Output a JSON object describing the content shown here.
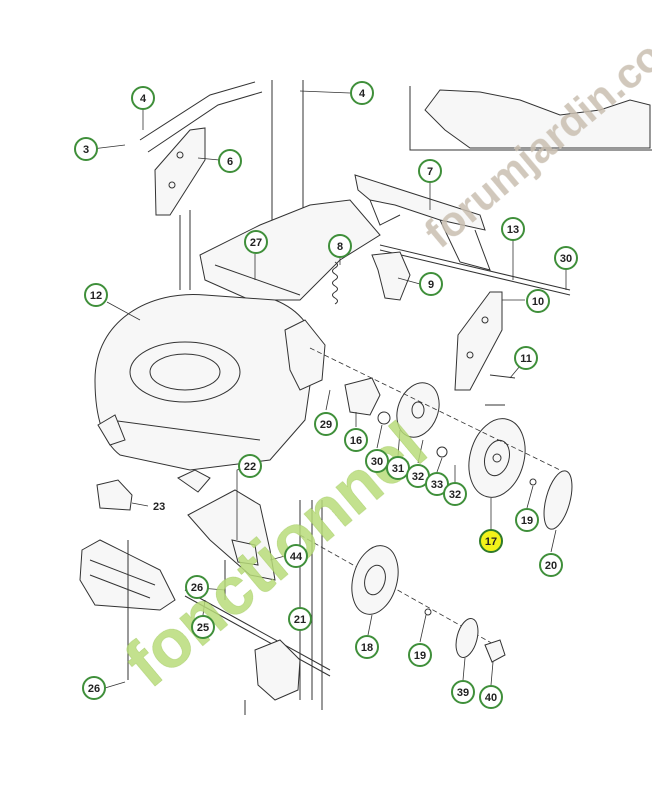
{
  "callouts": [
    {
      "id": "c4a",
      "label": "4"
    },
    {
      "id": "c4b",
      "label": "4"
    },
    {
      "id": "c3",
      "label": "3"
    },
    {
      "id": "c6",
      "label": "6"
    },
    {
      "id": "c7",
      "label": "7"
    },
    {
      "id": "c13",
      "label": "13"
    },
    {
      "id": "c30",
      "label": "30"
    },
    {
      "id": "c27",
      "label": "27"
    },
    {
      "id": "c8",
      "label": "8"
    },
    {
      "id": "c9",
      "label": "9"
    },
    {
      "id": "c12",
      "label": "12"
    },
    {
      "id": "c10",
      "label": "10"
    },
    {
      "id": "c11",
      "label": "11"
    },
    {
      "id": "c29",
      "label": "29"
    },
    {
      "id": "c16",
      "label": "16"
    },
    {
      "id": "c30b",
      "label": "30"
    },
    {
      "id": "c31",
      "label": "31"
    },
    {
      "id": "c32a",
      "label": "32"
    },
    {
      "id": "c33",
      "label": "33"
    },
    {
      "id": "c32b",
      "label": "32"
    },
    {
      "id": "c22",
      "label": "22"
    },
    {
      "id": "c23",
      "label": "23"
    },
    {
      "id": "c19a",
      "label": "19"
    },
    {
      "id": "c17",
      "label": "17",
      "highlight": true
    },
    {
      "id": "c20",
      "label": "20"
    },
    {
      "id": "c44",
      "label": "44"
    },
    {
      "id": "c26a",
      "label": "26"
    },
    {
      "id": "c25",
      "label": "25"
    },
    {
      "id": "c21",
      "label": "21"
    },
    {
      "id": "c18",
      "label": "18"
    },
    {
      "id": "c19b",
      "label": "19"
    },
    {
      "id": "c26b",
      "label": "26"
    },
    {
      "id": "c39",
      "label": "39"
    },
    {
      "id": "c40",
      "label": "40"
    }
  ],
  "watermark": {
    "text": "fonctionnel",
    "brand": "forumjardin.com"
  },
  "colors": {
    "callout_stroke": "#3f8f3a",
    "highlight_fill": "#f2f21a",
    "watermark_green": "#b9dc7a",
    "watermark_orange": "#f5a623",
    "watermark_grey": "#c9bfb0"
  }
}
